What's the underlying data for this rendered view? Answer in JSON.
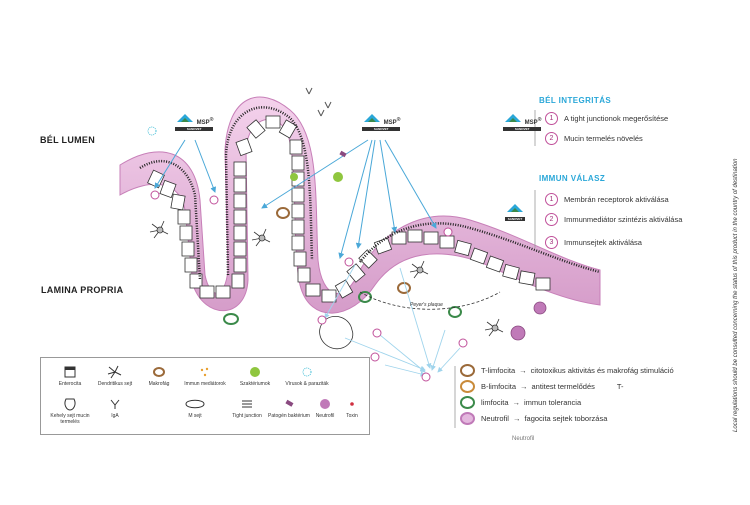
{
  "regions": {
    "lumen": "BÉL LUMEN",
    "propria": "LAMINA PROPRIA"
  },
  "logo_text": "MSP",
  "logo_sup": "®",
  "brand_tag": "SANOVET",
  "integrity": {
    "title": "BÉL INTEGRITÁS",
    "items": [
      {
        "n": "1",
        "text": "A tight junctionok megerősítése"
      },
      {
        "n": "2",
        "text": "Mucin termelés növelés"
      }
    ]
  },
  "immune": {
    "title": "IMMUN VÁLASZ",
    "items": [
      {
        "n": "1",
        "text": "Membrán receptorok aktiválása"
      },
      {
        "n": "2",
        "text": "Immunmediátor szintézis aktiválása"
      },
      {
        "n": "3",
        "text": "Immunsejtek aktiválása"
      }
    ]
  },
  "cells": [
    {
      "name": "T-limfocita",
      "text": "citotoxikus aktivitás és makrofág stimuláció",
      "extra": "",
      "color": "#9b6a3a"
    },
    {
      "name": "B-limfocita",
      "text": "antitest termelődés",
      "extra": "T-",
      "color": "#c98b3a"
    },
    {
      "name": "limfocita",
      "text": "immun tolerancia",
      "extra": "",
      "color": "#3b8a4a"
    },
    {
      "name": "Neutrofil",
      "text": "fagocita sejtek toborzása",
      "extra": "",
      "color": "#c07ab8"
    }
  ],
  "peyers": "Peyer's plaque",
  "side_note": "Local regulations should be consulted concerning the status of this product in the country of destination",
  "bottom_text": "Neutrofil",
  "legend": [
    {
      "label": "Enterocita"
    },
    {
      "label": "Dendritikus sejt"
    },
    {
      "label": "Makrofág"
    },
    {
      "label": "Immun mediátorok"
    },
    {
      "label": "Szaktériumok"
    },
    {
      "label": "Vírusok & paraziták"
    },
    {
      "label": "Kehely sejt mucin termelés"
    },
    {
      "label": "IgA"
    },
    {
      "label": "M sejt"
    },
    {
      "label": "Tight junction"
    },
    {
      "label": "Patogén baktérium"
    },
    {
      "label": "Neutrofil"
    },
    {
      "label": "Toxin"
    }
  ],
  "colors": {
    "villus": "#e8b6dc",
    "villus_edge": "#c77fb8",
    "accent": "#2aa7d8",
    "arrow": "#4aa8d8",
    "number_ring": "#c0509a"
  }
}
